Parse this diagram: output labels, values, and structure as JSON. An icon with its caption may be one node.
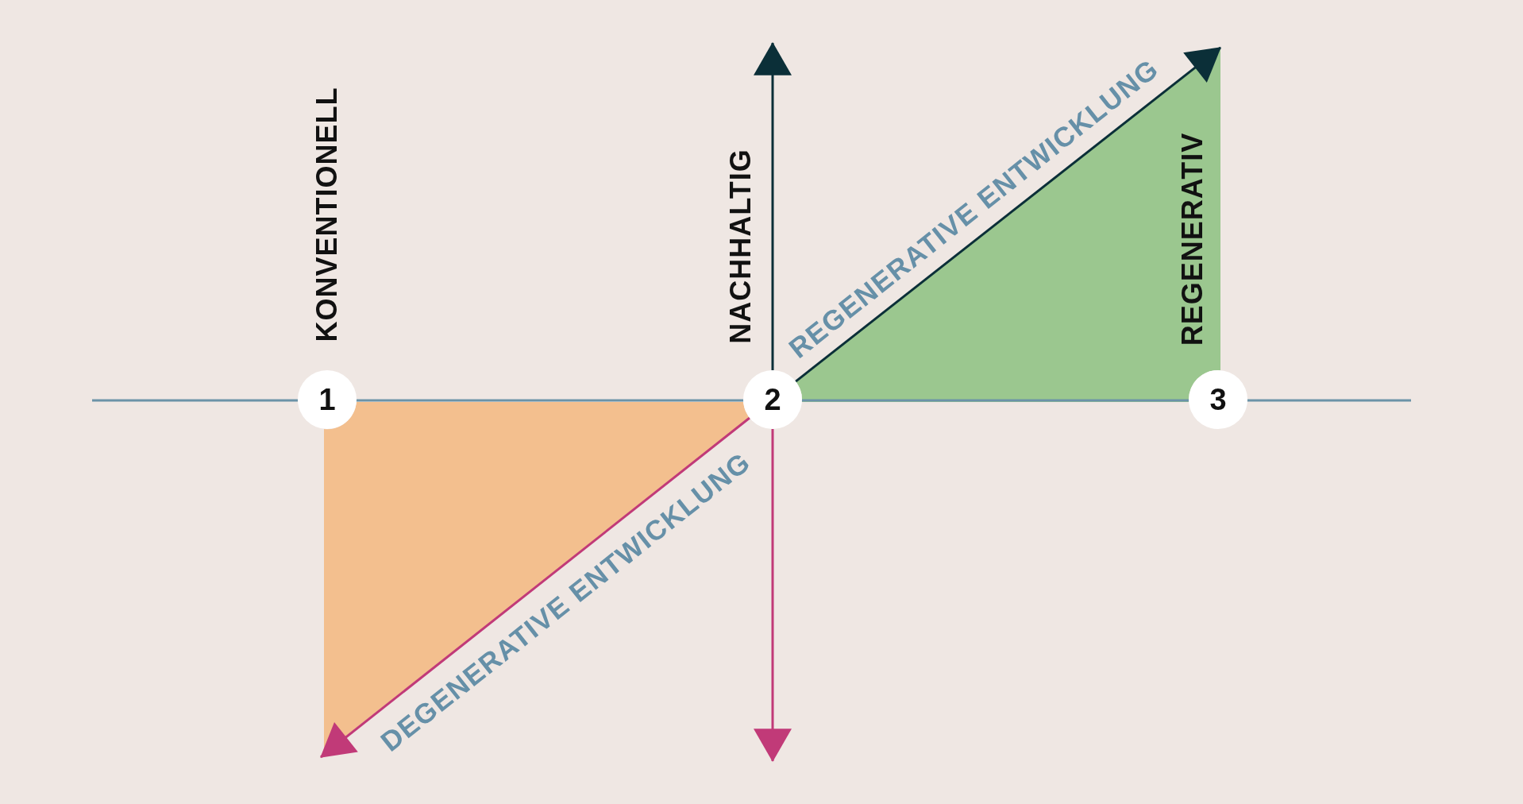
{
  "diagram": {
    "nodes": [
      {
        "text": [
          "1"
        ],
        "beside": [
          "KONVENTIONELL"
        ]
      },
      {
        "text": [
          "2"
        ],
        "beside": [
          "NACHHALTIG"
        ]
      },
      {
        "text": [
          "3"
        ]
      },
      {
        "text": [],
        "shape": "triangle"
      },
      {
        "text": [],
        "shape": "triangle"
      }
    ],
    "edges": [
      {
        "from": 1,
        "to": null,
        "arrow": "to",
        "color": "#0b2f38"
      },
      {
        "from": 1,
        "to": 3,
        "arrow": "to",
        "label": "REGENERATIVE ENTWICKLUNG",
        "color": "#0b2f38"
      },
      {
        "from": 1,
        "to": null,
        "arrow": "to",
        "color": "#c13a78"
      },
      {
        "from": 1,
        "to": 4,
        "arrow": "to",
        "label": "DEGENERATIVE ENTWICKLUNG",
        "color": "#c13a78"
      }
    ],
    "labels": [
      "REGENERATIV"
    ]
  }
}
